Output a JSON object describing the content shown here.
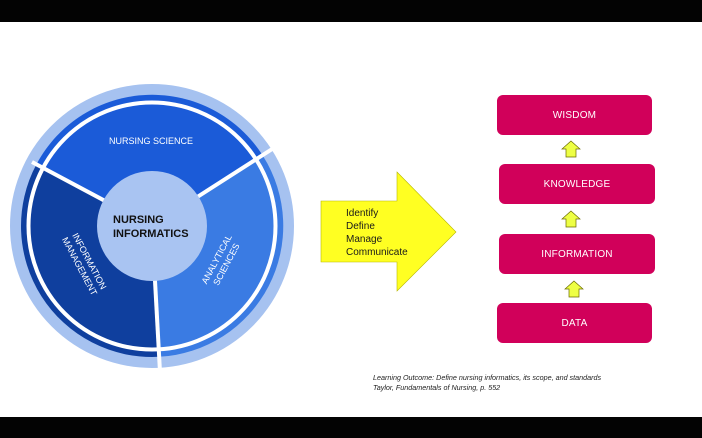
{
  "circle": {
    "center_label_line1": "NURSING",
    "center_label_line2": "INFORMATICS",
    "segments": [
      {
        "lines": [
          "NURSING SCIENCE"
        ]
      },
      {
        "lines": [
          "ANALYTICAL",
          "SCIENCES"
        ]
      },
      {
        "lines": [
          "INFORMATION",
          "MANAGEMENT"
        ]
      }
    ],
    "colors": {
      "outer_ring": "#a6c2f0",
      "nursing_science": "#1b5bd8",
      "analytical_sciences": "#3a7be3",
      "information_management": "#0f3f9e",
      "center": "#a9c4f2"
    }
  },
  "arrow": {
    "lines": [
      "Identify",
      "Define",
      "Manage",
      "Communicate"
    ],
    "fill": "#ffff22"
  },
  "hierarchy": {
    "boxes": [
      {
        "label": "WISDOM"
      },
      {
        "label": "KNOWLEDGE"
      },
      {
        "label": "INFORMATION"
      },
      {
        "label": "DATA"
      }
    ],
    "box_color": "#d1005a",
    "connector_color": "#eeff44"
  },
  "footer": {
    "line1": "Learning Outcome:  Define nursing informatics, its scope, and standards",
    "line2": "Taylor, Fundamentals of Nursing, p. 552"
  }
}
